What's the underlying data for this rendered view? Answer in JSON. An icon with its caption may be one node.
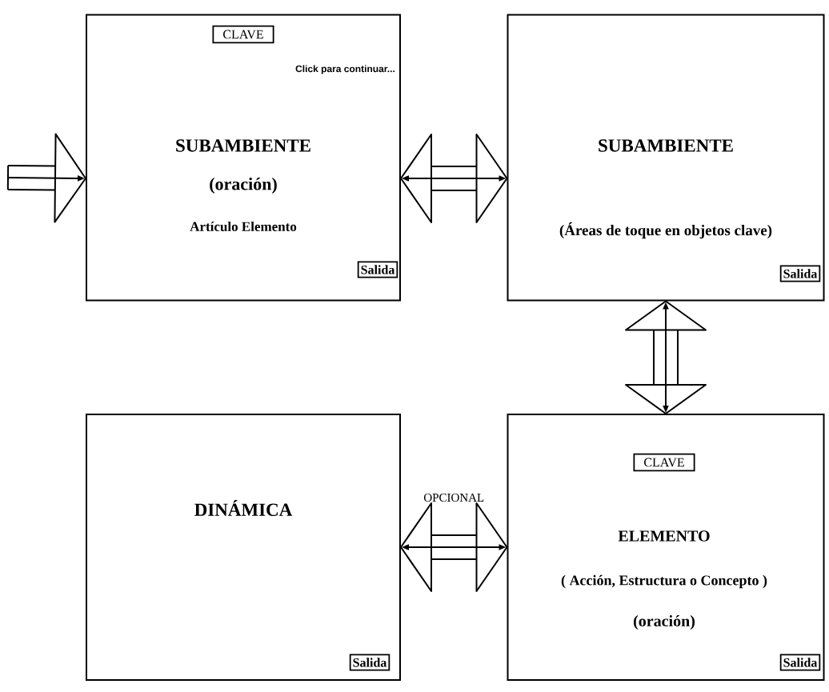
{
  "diagram": {
    "nodes": [
      {
        "text": [
          "Click para continuar...",
          "SUBAMBIENTE",
          "(oración)",
          "Artículo Elemento"
        ]
      },
      {
        "text": [
          "CLAVE"
        ],
        "in": 0
      },
      {
        "text": [
          "Salida"
        ],
        "in": 0
      },
      {
        "text": [
          "SUBAMBIENTE",
          "(Áreas de toque en objetos clave)"
        ]
      },
      {
        "text": [
          "Salida"
        ],
        "in": 3
      },
      {
        "text": [
          "DINÁMICA"
        ]
      },
      {
        "text": [
          "Salida"
        ],
        "in": 5
      },
      {
        "text": [
          "ELEMENTO",
          "( Acción, Estructura o Concepto )",
          "(oración)"
        ]
      },
      {
        "text": [
          "CLAVE"
        ],
        "in": 7
      },
      {
        "text": [
          "Salida"
        ],
        "in": 7
      }
    ],
    "edges": [
      {
        "from": null,
        "to": 0,
        "arrow": "to"
      },
      {
        "from": 0,
        "to": 3,
        "arrow": "both"
      },
      {
        "from": 3,
        "to": 7,
        "arrow": "both"
      },
      {
        "from": 5,
        "to": 7,
        "arrow": "both",
        "label": "OPCIONAL"
      }
    ]
  }
}
